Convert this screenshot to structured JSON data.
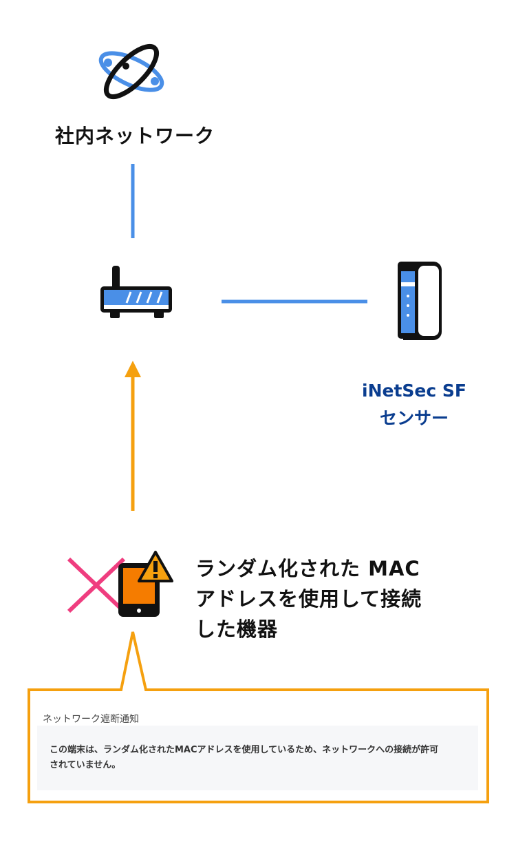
{
  "diagram": {
    "network": {
      "label": "社内ネットワーク",
      "icon": "atom-network-icon"
    },
    "router": {
      "icon": "router-icon"
    },
    "sensor": {
      "label_line1": "iNetSec SF",
      "label_line2": "センサー",
      "icon": "sensor-device-icon"
    },
    "device": {
      "label_line1": "ランダム化された MAC",
      "label_line2": "アドレスを使用して接続",
      "label_line3": "した機器",
      "icon": "tablet-warning-icon",
      "blocked_mark": "blocked-x-icon"
    },
    "notice": {
      "title": "ネットワーク遮断通知",
      "message_line1": "この端末は、ランダム化されたMACアドレスを使用しているため、ネットワークへの接続が許可",
      "message_line2": "されていません。"
    },
    "colors": {
      "blue": "#4a8fe7",
      "orange": "#f5a00f",
      "navy": "#0a3d8f",
      "pink": "#ef3d7f"
    }
  }
}
